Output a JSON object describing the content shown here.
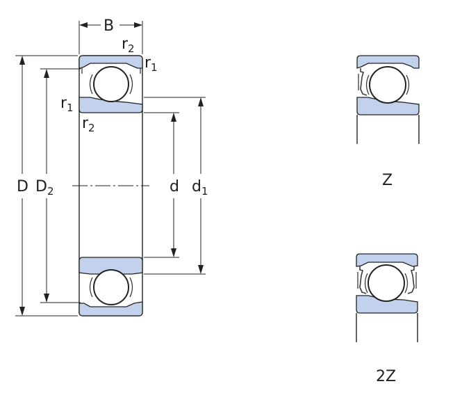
{
  "main_view": {
    "dimensions": {
      "B": "B",
      "D": "D",
      "D2": {
        "base": "D",
        "sub": "2"
      },
      "d": "d",
      "d1": {
        "base": "d",
        "sub": "1"
      },
      "r1": {
        "base": "r",
        "sub": "1"
      },
      "r2": {
        "base": "r",
        "sub": "2"
      }
    }
  },
  "variants": [
    {
      "label": "Z"
    },
    {
      "label": "2Z"
    }
  ],
  "colors": {
    "ring_fill": "#c3d2ec",
    "line": "#222222"
  }
}
